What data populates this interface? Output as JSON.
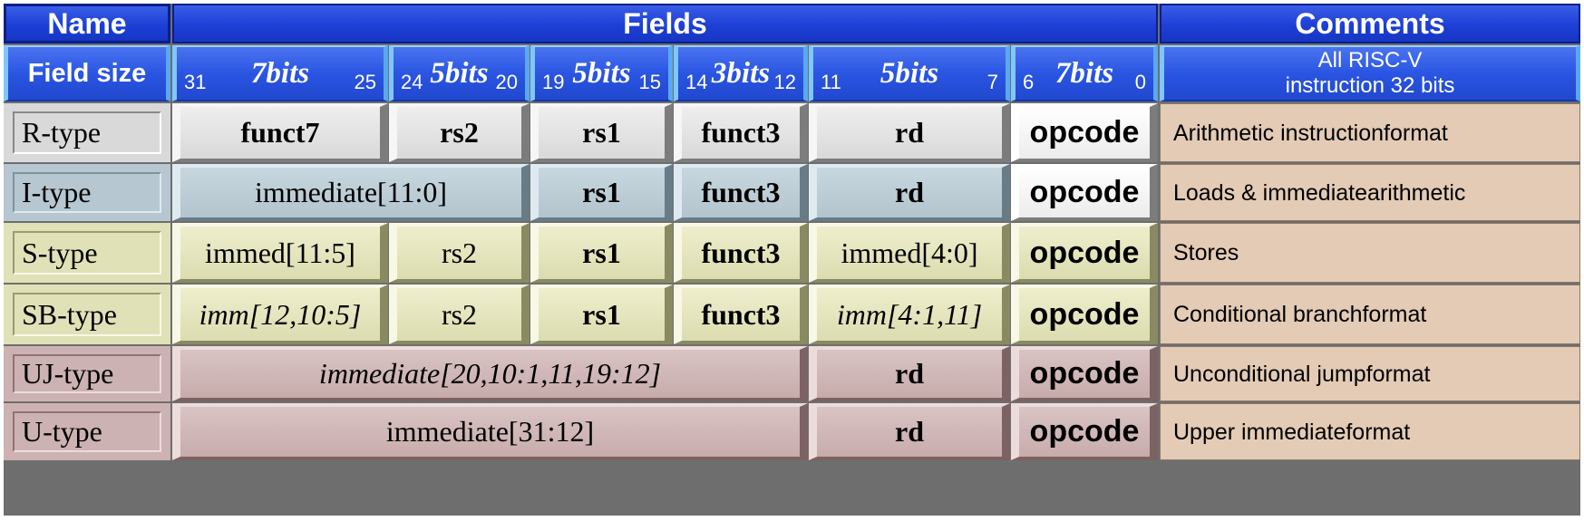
{
  "header": {
    "name": "Name",
    "fields": "Fields",
    "comments": "Comments"
  },
  "field_size": {
    "label": "Field size",
    "cols": [
      {
        "bits": "7bits",
        "hi": "31",
        "lo": "25"
      },
      {
        "bits": "5bits",
        "hi": "24",
        "lo": "20"
      },
      {
        "bits": "5bits",
        "hi": "19",
        "lo": "15"
      },
      {
        "bits": "3bits",
        "hi": "14",
        "lo": "12"
      },
      {
        "bits": "5bits",
        "hi": "11",
        "lo": "7"
      },
      {
        "bits": "7bits",
        "hi": "6",
        "lo": "0"
      }
    ],
    "comment_line1": "All RISC-V",
    "comment_line2": "instruction 32 bits"
  },
  "rows": [
    {
      "name": "R-type",
      "color": "#d9d9d9",
      "f": [
        "funct7",
        "rs2",
        "rs1",
        "funct3",
        "rd",
        "opcode"
      ],
      "comment_line1": "Arithmetic instruction",
      "comment_line2": "format"
    },
    {
      "name": "I-type",
      "color": "#b6c7d1",
      "f": [
        "immediate[11:0]",
        "rs1",
        "funct3",
        "rd",
        "opcode"
      ],
      "comment_line1": "Loads & immediate",
      "comment_line2": "arithmetic"
    },
    {
      "name": "S-type",
      "color": "#e1e1b8",
      "f": [
        "immed[11:5]",
        "rs2",
        "rs1",
        "funct3",
        "immed[4:0]",
        "opcode"
      ],
      "comment_line1": "Stores",
      "comment_line2": ""
    },
    {
      "name": "SB-type",
      "color": "#e1e1b8",
      "f": [
        "imm[12,10:5]",
        "rs2",
        "rs1",
        "funct3",
        "imm[4:1,11]",
        "opcode"
      ],
      "comment_line1": "Conditional branch",
      "comment_line2": "format"
    },
    {
      "name": "UJ-type",
      "color": "#ccb2b2",
      "f": [
        "immediate[20,10:1,11,19:12]",
        "rd",
        "opcode"
      ],
      "comment_line1": "Unconditional jump",
      "comment_line2": "format"
    },
    {
      "name": "U-type",
      "color": "#ccb2b2",
      "f": [
        "immediate[31:12]",
        "rd",
        "opcode"
      ],
      "comment_line1": "Upper immediate",
      "comment_line2": "format"
    }
  ],
  "colors": {
    "header_blue": "#1d3fd6",
    "comment_bg": "#e3cbb5",
    "opcode_bg": "#ffffff"
  }
}
